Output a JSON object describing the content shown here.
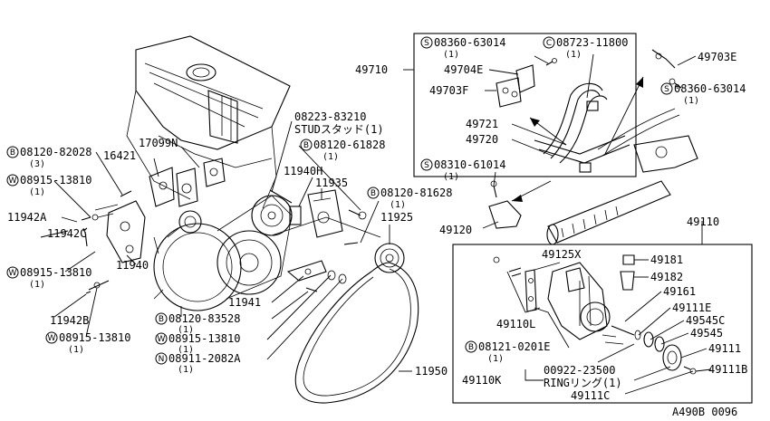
{
  "diagram_code": "A490B 0096",
  "groups": {
    "g49710": "49710",
    "g49110": "49110"
  },
  "labels": {
    "p08223": "08223-83210",
    "p08223_note": "STUDスタッド(1)",
    "p17099N": "17099N",
    "p16421": "16421",
    "p08120_82028": "08120-82028",
    "p08120_82028_q": "(3)",
    "p08915_a": "08915-13810",
    "p08915_a_q": "(1)",
    "p11942A": "11942A",
    "p11942C": "11942C",
    "p08915_b": "08915-13810",
    "p08915_b_q": "(1)",
    "p11940": "11940",
    "p11942B": "11942B",
    "p08915_c": "08915-13810",
    "p08915_c_q": "(1)",
    "p08120_61828": "08120-61828",
    "p08120_61828_q": "(1)",
    "p11940H": "11940H",
    "p11935": "11935",
    "p08120_81628": "08120-81628",
    "p08120_81628_q": "(1)",
    "p11925": "11925",
    "p11941": "11941",
    "p08120_83528": "08120-83528",
    "p08120_83528_q": "(1)",
    "p08915_d": "08915-13810",
    "p08915_d_q": "(1)",
    "p08911": "08911-2082A",
    "p08911_q": "(1)",
    "p11950": "11950",
    "p08360_a": "08360-63014",
    "p08360_a_q": "(1)",
    "p08723": "08723-11800",
    "p08723_q": "(1)",
    "p49704E": "49704E",
    "p49703F": "49703F",
    "p49721": "49721",
    "p49720": "49720",
    "p08310": "08310-61014",
    "p08310_q": "(1)",
    "p49120": "49120",
    "p49703E": "49703E",
    "p08360_b": "08360-63014",
    "p08360_b_q": "(1)",
    "p49125X": "49125X",
    "p49181": "49181",
    "p49182": "49182",
    "p49161": "49161",
    "p49110L": "49110L",
    "p49111E": "49111E",
    "p49545C": "49545C",
    "p49545": "49545",
    "p08121": "08121-0201E",
    "p08121_q": "(1)",
    "p49111": "49111",
    "p49110K": "49110K",
    "p00922": "00922-23500",
    "p00922_note": "RINGリング(1)",
    "p49111B": "49111B",
    "p49111C": "49111C"
  },
  "prefixes": {
    "bolt": "B",
    "washer": "W",
    "nut": "N",
    "screw": "S",
    "clip": "C"
  }
}
